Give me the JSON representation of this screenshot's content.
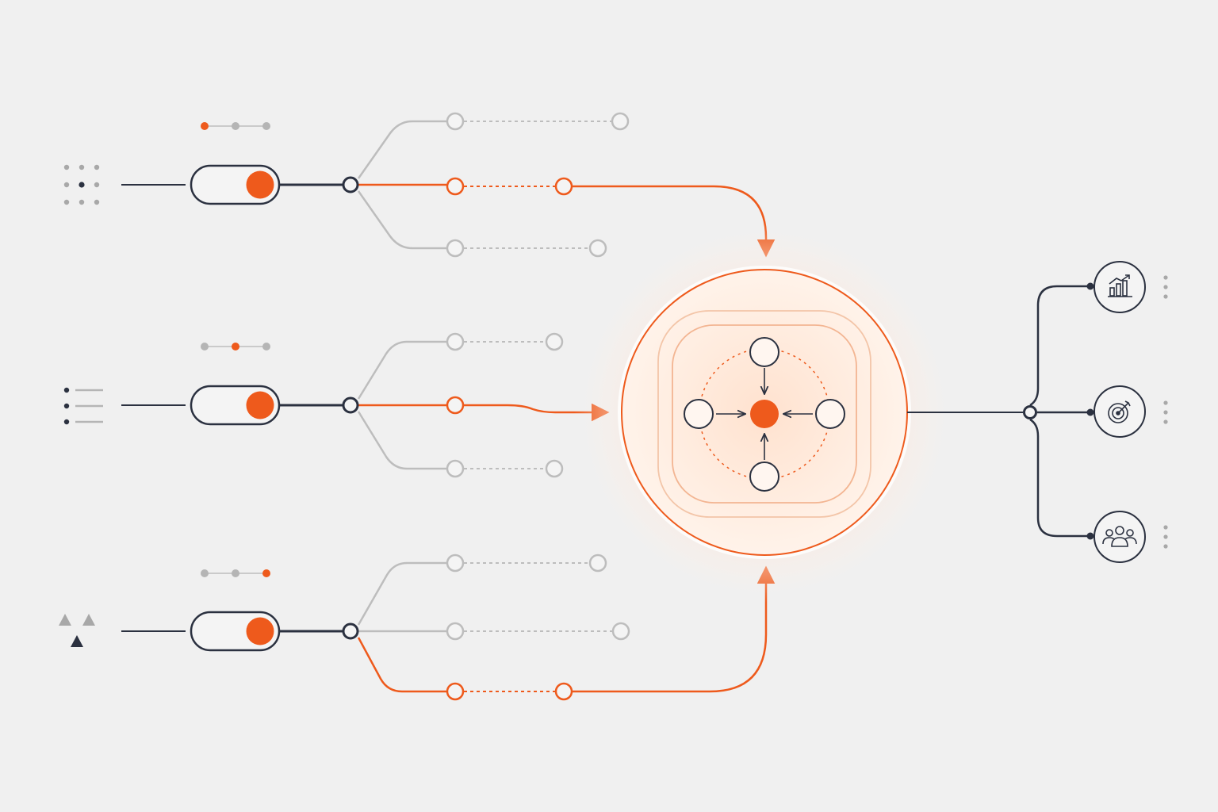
{
  "colors": {
    "background": "#f0f0f0",
    "accent": "#ee5a1c",
    "dark": "#2b3140",
    "inactive": "#bdbdbd",
    "muted_dots": "#a8a8a8"
  },
  "inputs": [
    {
      "id": "input-1",
      "icon": "dot-grid-icon",
      "toggle_state": "on",
      "step_indicator_active_step": 1,
      "step_indicator_total": 3,
      "active_branch": 2,
      "branch_count": 3
    },
    {
      "id": "input-2",
      "icon": "list-icon",
      "toggle_state": "on",
      "step_indicator_active_step": 2,
      "step_indicator_total": 3,
      "active_branch": 2,
      "branch_count": 3
    },
    {
      "id": "input-3",
      "icon": "triangles-icon",
      "toggle_state": "on",
      "step_indicator_active_step": 3,
      "step_indicator_total": 3,
      "active_branch": 3,
      "branch_count": 3
    }
  ],
  "hub": {
    "icon": "convergence-icon",
    "surrounding_nodes": 4,
    "center_node_state": "active"
  },
  "outputs": [
    {
      "id": "output-analytics",
      "icon": "bar-chart-trend-icon"
    },
    {
      "id": "output-target",
      "icon": "target-icon"
    },
    {
      "id": "output-team",
      "icon": "team-icon"
    }
  ]
}
